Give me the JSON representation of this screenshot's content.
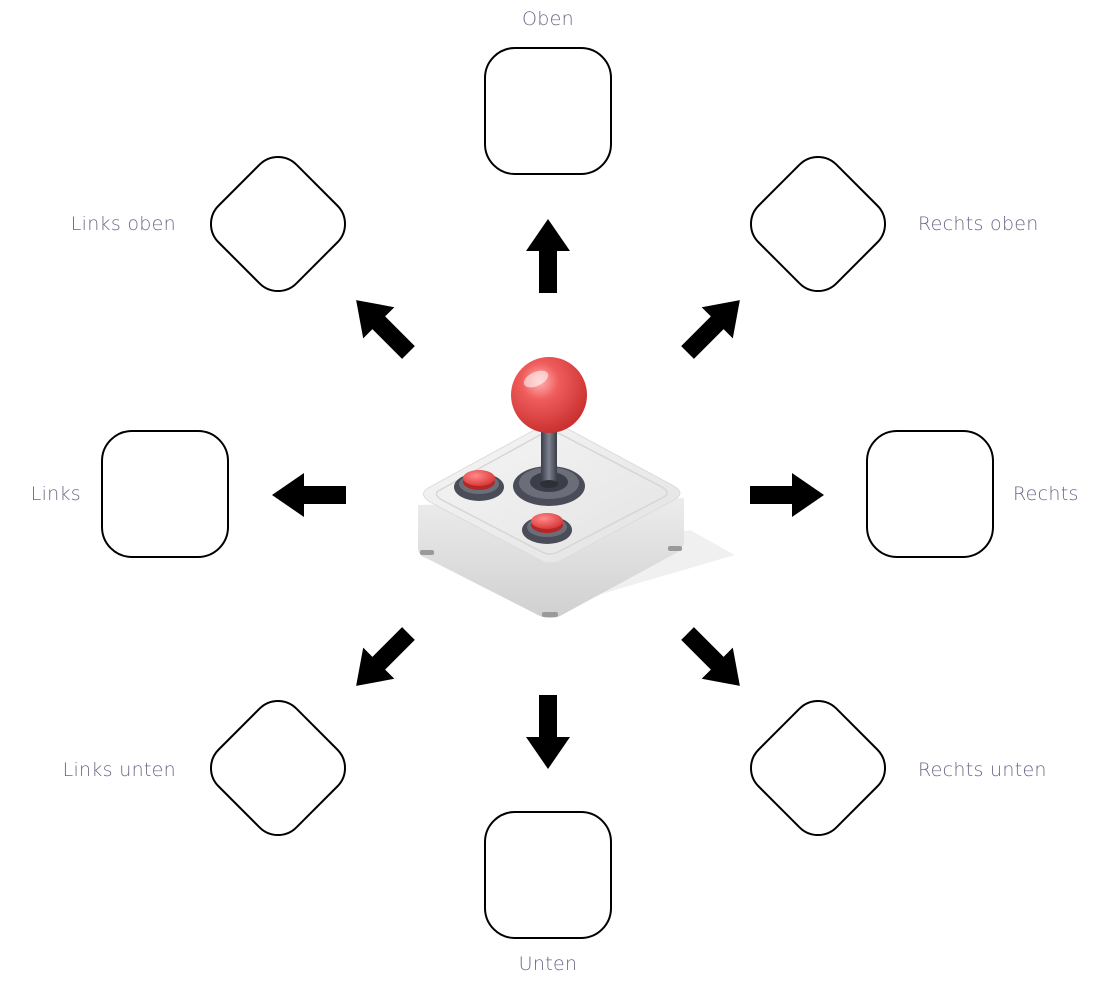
{
  "directions": {
    "up": "Oben",
    "up_left": "Links oben",
    "up_right": "Rechts oben",
    "left": "Links",
    "right": "Rechts",
    "down_left": "Links unten",
    "down": "Unten",
    "down_right": "Rechts unten"
  },
  "colors": {
    "label": "#6e6788",
    "box_stroke": "#000000",
    "arrow": "#000000",
    "ball": "#e94b4b",
    "button": "#e34545"
  },
  "icons": {
    "center": "joystick-icon",
    "arrows": "arrow-icon",
    "slots": "empty-box"
  }
}
